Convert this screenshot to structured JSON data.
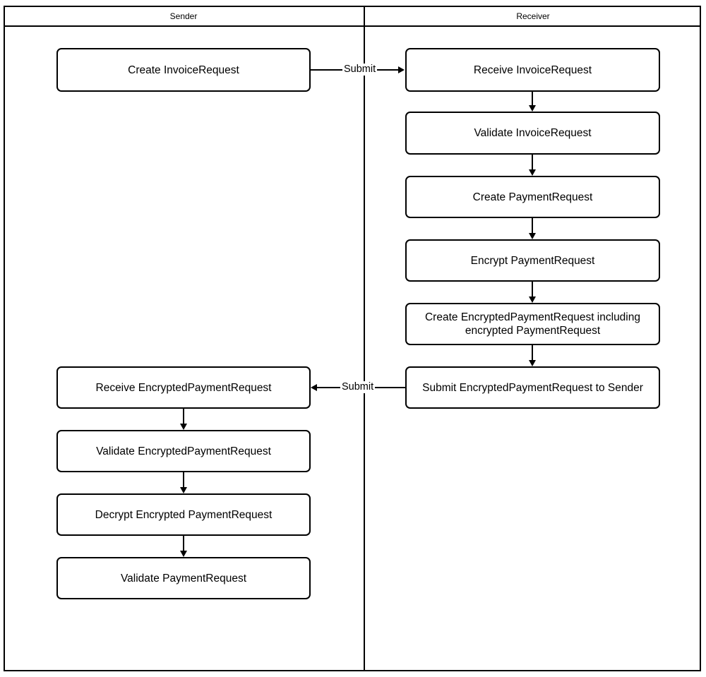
{
  "diagram": {
    "type": "swimlane-flowchart",
    "lanes": [
      {
        "id": "sender",
        "title": "Sender"
      },
      {
        "id": "receiver",
        "title": "Receiver"
      }
    ],
    "nodes": {
      "create_invoice_request": "Create InvoiceRequest",
      "receive_invoice_request": "Receive InvoiceRequest",
      "validate_invoice_request": "Validate InvoiceRequest",
      "create_payment_request": "Create PaymentRequest",
      "encrypt_payment_request": "Encrypt PaymentRequest",
      "create_encrypted_payment_request_line1": "Create EncryptedPaymentRequest including",
      "create_encrypted_payment_request_line2": "encrypted PaymentRequest",
      "submit_encrypted_payment_request": "Submit EncryptedPaymentRequest to Sender",
      "receive_encrypted_payment_request": "Receive EncryptedPaymentRequest",
      "validate_encrypted_payment_request": "Validate EncryptedPaymentRequest",
      "decrypt_encrypted_payment_request": "Decrypt Encrypted PaymentRequest",
      "validate_payment_request": "Validate PaymentRequest"
    },
    "edge_labels": {
      "submit_forward": "Submit",
      "submit_back": "Submit"
    },
    "colors": {
      "stroke": "#000000",
      "fill": "#ffffff",
      "text": "#000000"
    }
  }
}
